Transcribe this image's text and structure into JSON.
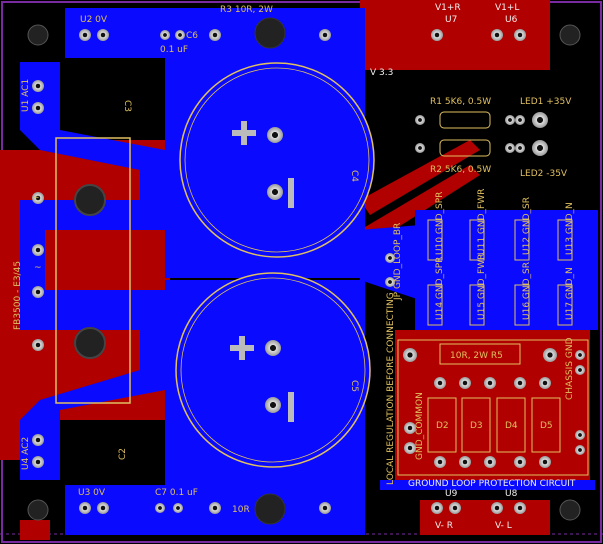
{
  "labels": {
    "u2": "U2 0V",
    "r3": "R3 10R, 2W",
    "c6": "C6",
    "c6v": "0.1 uF",
    "v1r": "V1+R",
    "v1l": "V1+L",
    "u7": "U7",
    "u6": "U6",
    "ver": "V 3.3",
    "r1": "R1 5K6, 0.5W",
    "r2": "R2 5K6, 0.5W",
    "led1": "LED1 +35V",
    "led2": "LED2 -35V",
    "u1": "U1 AC1",
    "c4": "C4",
    "c5": "C5",
    "jumper": "JP GND_LOOP_BR",
    "ptr": "U10 GND_SPR",
    "pfr": "U11 GND_FWR",
    "psr": "U12 GND_SR",
    "pnr": "U13 GND_N",
    "ptl": "U14 GND_SPR",
    "pfl": "U15 GND_FWR",
    "psl": "U16 GND_SR",
    "pnl": "U17 GND_N",
    "bridge": "FB3500 - E3/45",
    "plus": "+",
    "minus": "-",
    "ac": "~",
    "c3": "C3",
    "c2": "C2",
    "u4": "U4 AC2",
    "regnote": "LOCAL REGULATION BEFORE CONNECTING",
    "r5": "10R, 2W R5",
    "d2": "D2",
    "d3": "D3",
    "d4": "D4",
    "d5": "D5",
    "common": "GND_COMMON",
    "chassis": "CHASSIS GND",
    "glp": "GROUND LOOP PROTECTION CIRCUIT",
    "u3": "U3 0V",
    "c7": "C7 0.1 uF",
    "r4": "10R",
    "u9": "U9",
    "u8": "U8",
    "vmr": "V- R",
    "vml": "V- L"
  },
  "colors": {
    "board": "#000000",
    "copper_top": "#0a0aff",
    "copper_bottom": "#b00000",
    "silkscreen": "#e0c060",
    "pad": "#c8c8c8",
    "grid": "#7a2aa0"
  }
}
